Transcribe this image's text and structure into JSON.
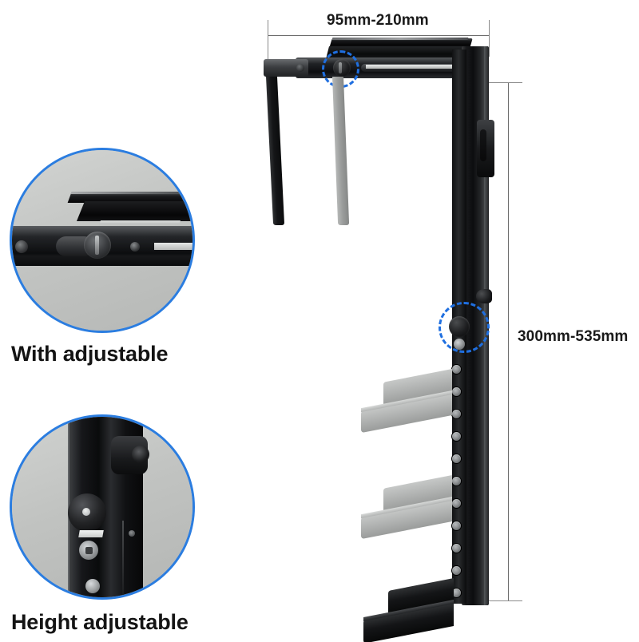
{
  "page": {
    "background_color": "#ffffff",
    "accent_color": "#2b7de0",
    "product_color": "#111213",
    "ghost_color": "#b0b2b1"
  },
  "dimensions": {
    "width": {
      "label": "95mm-210mm",
      "orientation": "horizontal",
      "position": "top"
    },
    "height": {
      "label": "300mm-535mm",
      "orientation": "vertical",
      "position": "right"
    }
  },
  "insets": [
    {
      "id": "inset-adjustable",
      "caption": "With adjustable",
      "ring_color": "#2b7de0",
      "subject": "rail-lock-knob-closeup"
    },
    {
      "id": "inset-height",
      "caption": "Height adjustable",
      "ring_color": "#2b7de0",
      "subject": "column-height-knob-closeup"
    }
  ],
  "captions": {
    "with_adjustable": "With adjustable",
    "height_adjustable": "Height adjustable"
  },
  "highlights": [
    {
      "id": "highlight-width-knob",
      "style": "dashed-circle",
      "color": "#1f6fe0"
    },
    {
      "id": "highlight-height-knob",
      "style": "dashed-circle",
      "color": "#1f6fe0"
    }
  ],
  "product": {
    "name": "under-desk-cpu-mount",
    "column_hole_count": 11,
    "ghost_tray_count": 2,
    "leg_count": 2
  }
}
